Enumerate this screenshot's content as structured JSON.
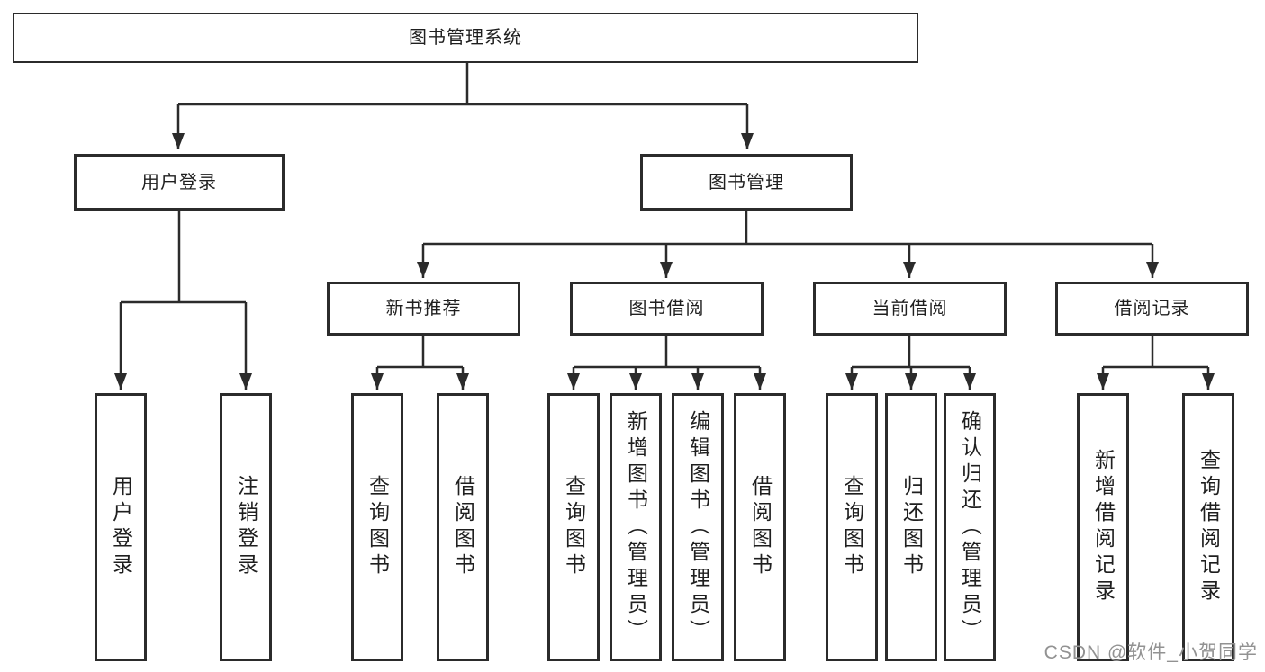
{
  "colors": {
    "line": "#2b2b2b",
    "text": "#1f1f1f",
    "watermark": "#929292",
    "background": "#ffffff"
  },
  "tree": {
    "root": "图书管理系统",
    "login": {
      "label": "用户登录",
      "children": [
        "用户登录",
        "注销登录"
      ]
    },
    "management": {
      "label": "图书管理",
      "children": [
        {
          "label": "新书推荐",
          "children": [
            "查询图书",
            "借阅图书"
          ]
        },
        {
          "label": "图书借阅",
          "children": [
            "查询图书",
            "新增图书（管理员）",
            "编辑图书（管理员）",
            "借阅图书"
          ]
        },
        {
          "label": "当前借阅",
          "children": [
            "查询图书",
            "归还图书",
            "确认归还（管理员）"
          ]
        },
        {
          "label": "借阅记录",
          "children": [
            "新增借阅记录",
            "查询借阅记录"
          ]
        }
      ]
    }
  },
  "watermark": "CSDN @软件_小贺同学"
}
